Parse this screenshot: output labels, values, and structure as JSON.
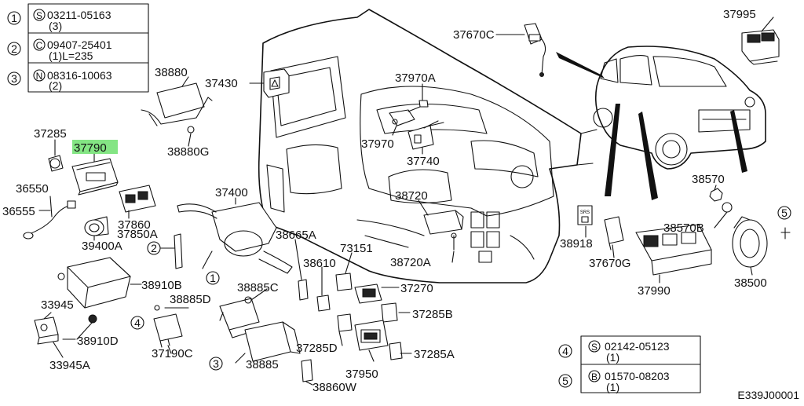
{
  "diagram": {
    "code": "E339J00001",
    "highlight_color": "#6fe06f",
    "highlighted_part": "37790",
    "legend_top": [
      {
        "num": "1",
        "sym": "S",
        "code": "03211-05163",
        "qty": "(3)"
      },
      {
        "num": "2",
        "sym": "C",
        "code": "09407-25401",
        "qty": "(1)L=235"
      },
      {
        "num": "3",
        "sym": "N",
        "code": "08316-10063",
        "qty": "(2)"
      }
    ],
    "legend_bottom": [
      {
        "num": "4",
        "sym": "S",
        "code": "02142-05123",
        "qty": "(1)"
      },
      {
        "num": "5",
        "sym": "B",
        "code": "01570-08203",
        "qty": "(1)"
      }
    ],
    "parts": {
      "p37995": "37995",
      "p37670C": "37670C",
      "p37970A": "37970A",
      "p37970": "37970",
      "p37740": "37740",
      "p37430": "37430",
      "p38880": "38880",
      "p38880G": "38880G",
      "p37285": "37285",
      "p37790": "37790",
      "p36550": "36550",
      "p36555": "36555",
      "p37860": "37860",
      "p37850A": "37850A",
      "p39400A": "39400A",
      "p37400": "37400",
      "p38665A": "38665A",
      "p38720": "38720",
      "p38720A": "38720A",
      "p73151": "73151",
      "p38610": "38610",
      "p37270": "37270",
      "p38910B": "38910B",
      "p38885C": "38885C",
      "p38885D": "38885D",
      "p33945": "33945",
      "p38910D": "38910D",
      "p33945A": "33945A",
      "p37190C": "37190C",
      "p38885": "38885",
      "p38860W": "38860W",
      "p37285D": "37285D",
      "p37950": "37950",
      "p37285B": "37285B",
      "p37285A": "37285A",
      "p38570": "38570",
      "p38570B": "38570B",
      "p38500": "38500",
      "p38918": "38918",
      "p37670G": "37670G",
      "p37990": "37990"
    },
    "callouts": {
      "c1": "1",
      "c2": "2",
      "c3": "3",
      "c4": "4",
      "c5": "5"
    },
    "sticker_text": "SRS"
  }
}
